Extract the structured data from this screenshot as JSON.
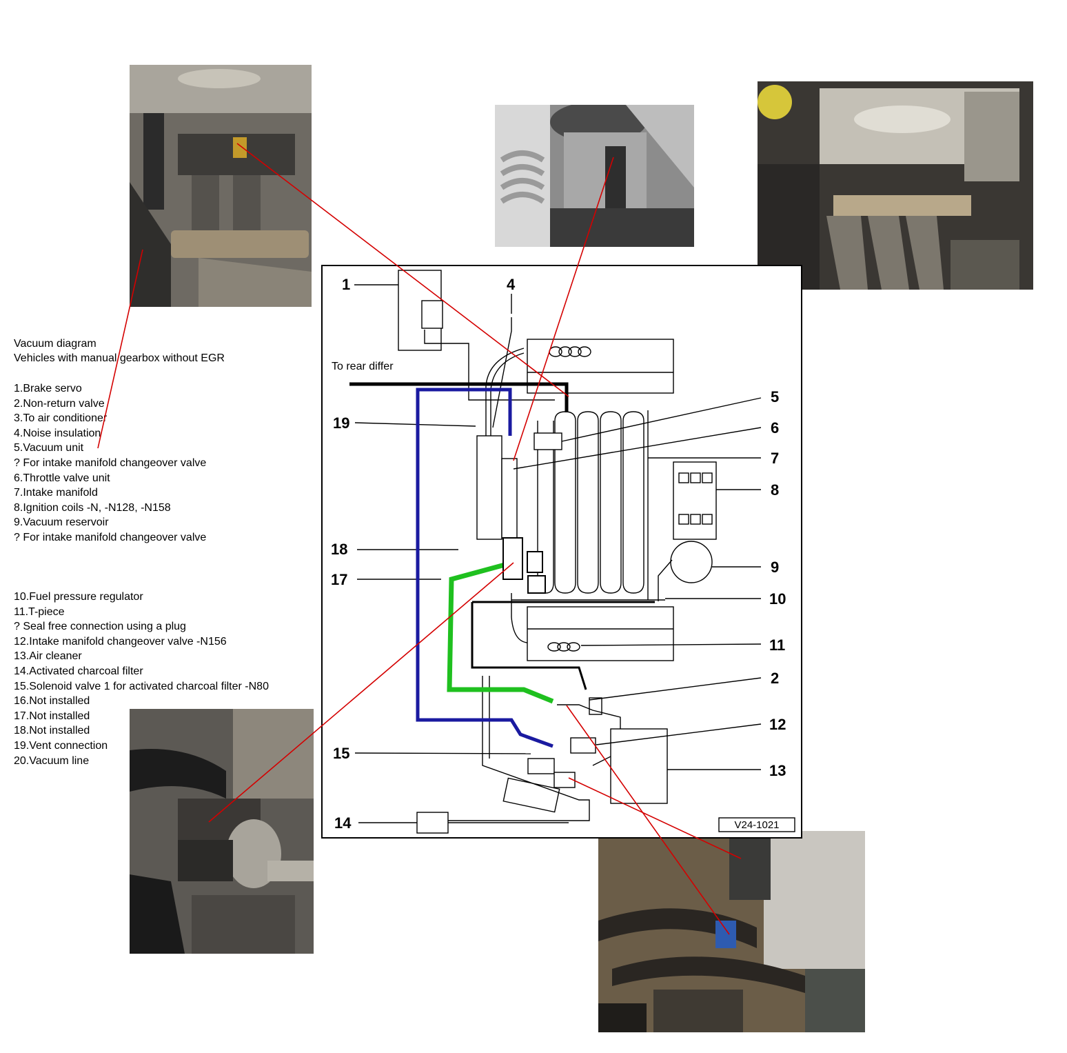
{
  "legend": {
    "title": "Vacuum diagram",
    "subtitle": "Vehicles with manual gearbox without EGR",
    "group_a": [
      "1.Brake servo",
      "2.Non-return valve",
      "3.To air conditioner",
      "4.Noise insulation",
      "5.Vacuum unit",
      "? For intake manifold changeover valve",
      "6.Throttle valve unit",
      "7.Intake manifold",
      "8.Ignition coils -N, -N128, -N158",
      "9.Vacuum reservoir",
      "? For intake manifold changeover valve"
    ],
    "group_b": [
      "10.Fuel pressure regulator",
      "11.T-piece",
      "? Seal free connection using a plug",
      "12.Intake manifold changeover valve -N156",
      "13.Air cleaner",
      "14.Activated charcoal filter",
      "15.Solenoid valve 1 for activated charcoal filter -N80",
      "16.Not installed",
      "17.Not installed",
      "18.Not installed",
      "19.Vent connection",
      "20.Vacuum line"
    ]
  },
  "diagram": {
    "callouts": [
      "1",
      "4",
      "5",
      "19",
      "6",
      "7",
      "8",
      "18",
      "9",
      "17",
      "10",
      "11",
      "2",
      "12",
      "15",
      "13",
      "14"
    ],
    "note": "To rear differ",
    "code": "V24-1021"
  },
  "colors": {
    "pointer": "#d40000",
    "blue_hose": "#1a1aa0",
    "green_hose": "#1fc01f",
    "black_hose": "#000000"
  },
  "photos": [
    {
      "name": "photo-top-left-engine",
      "subject": "engine bay close-up"
    },
    {
      "name": "photo-top-center-engine",
      "subject": "greyscale hose connection"
    },
    {
      "name": "photo-top-right-engine",
      "subject": "V6 engine top view"
    },
    {
      "name": "photo-bottom-left-engine",
      "subject": "fuel pressure regulator area"
    },
    {
      "name": "photo-bottom-right-engine",
      "subject": "valves under the car"
    }
  ]
}
